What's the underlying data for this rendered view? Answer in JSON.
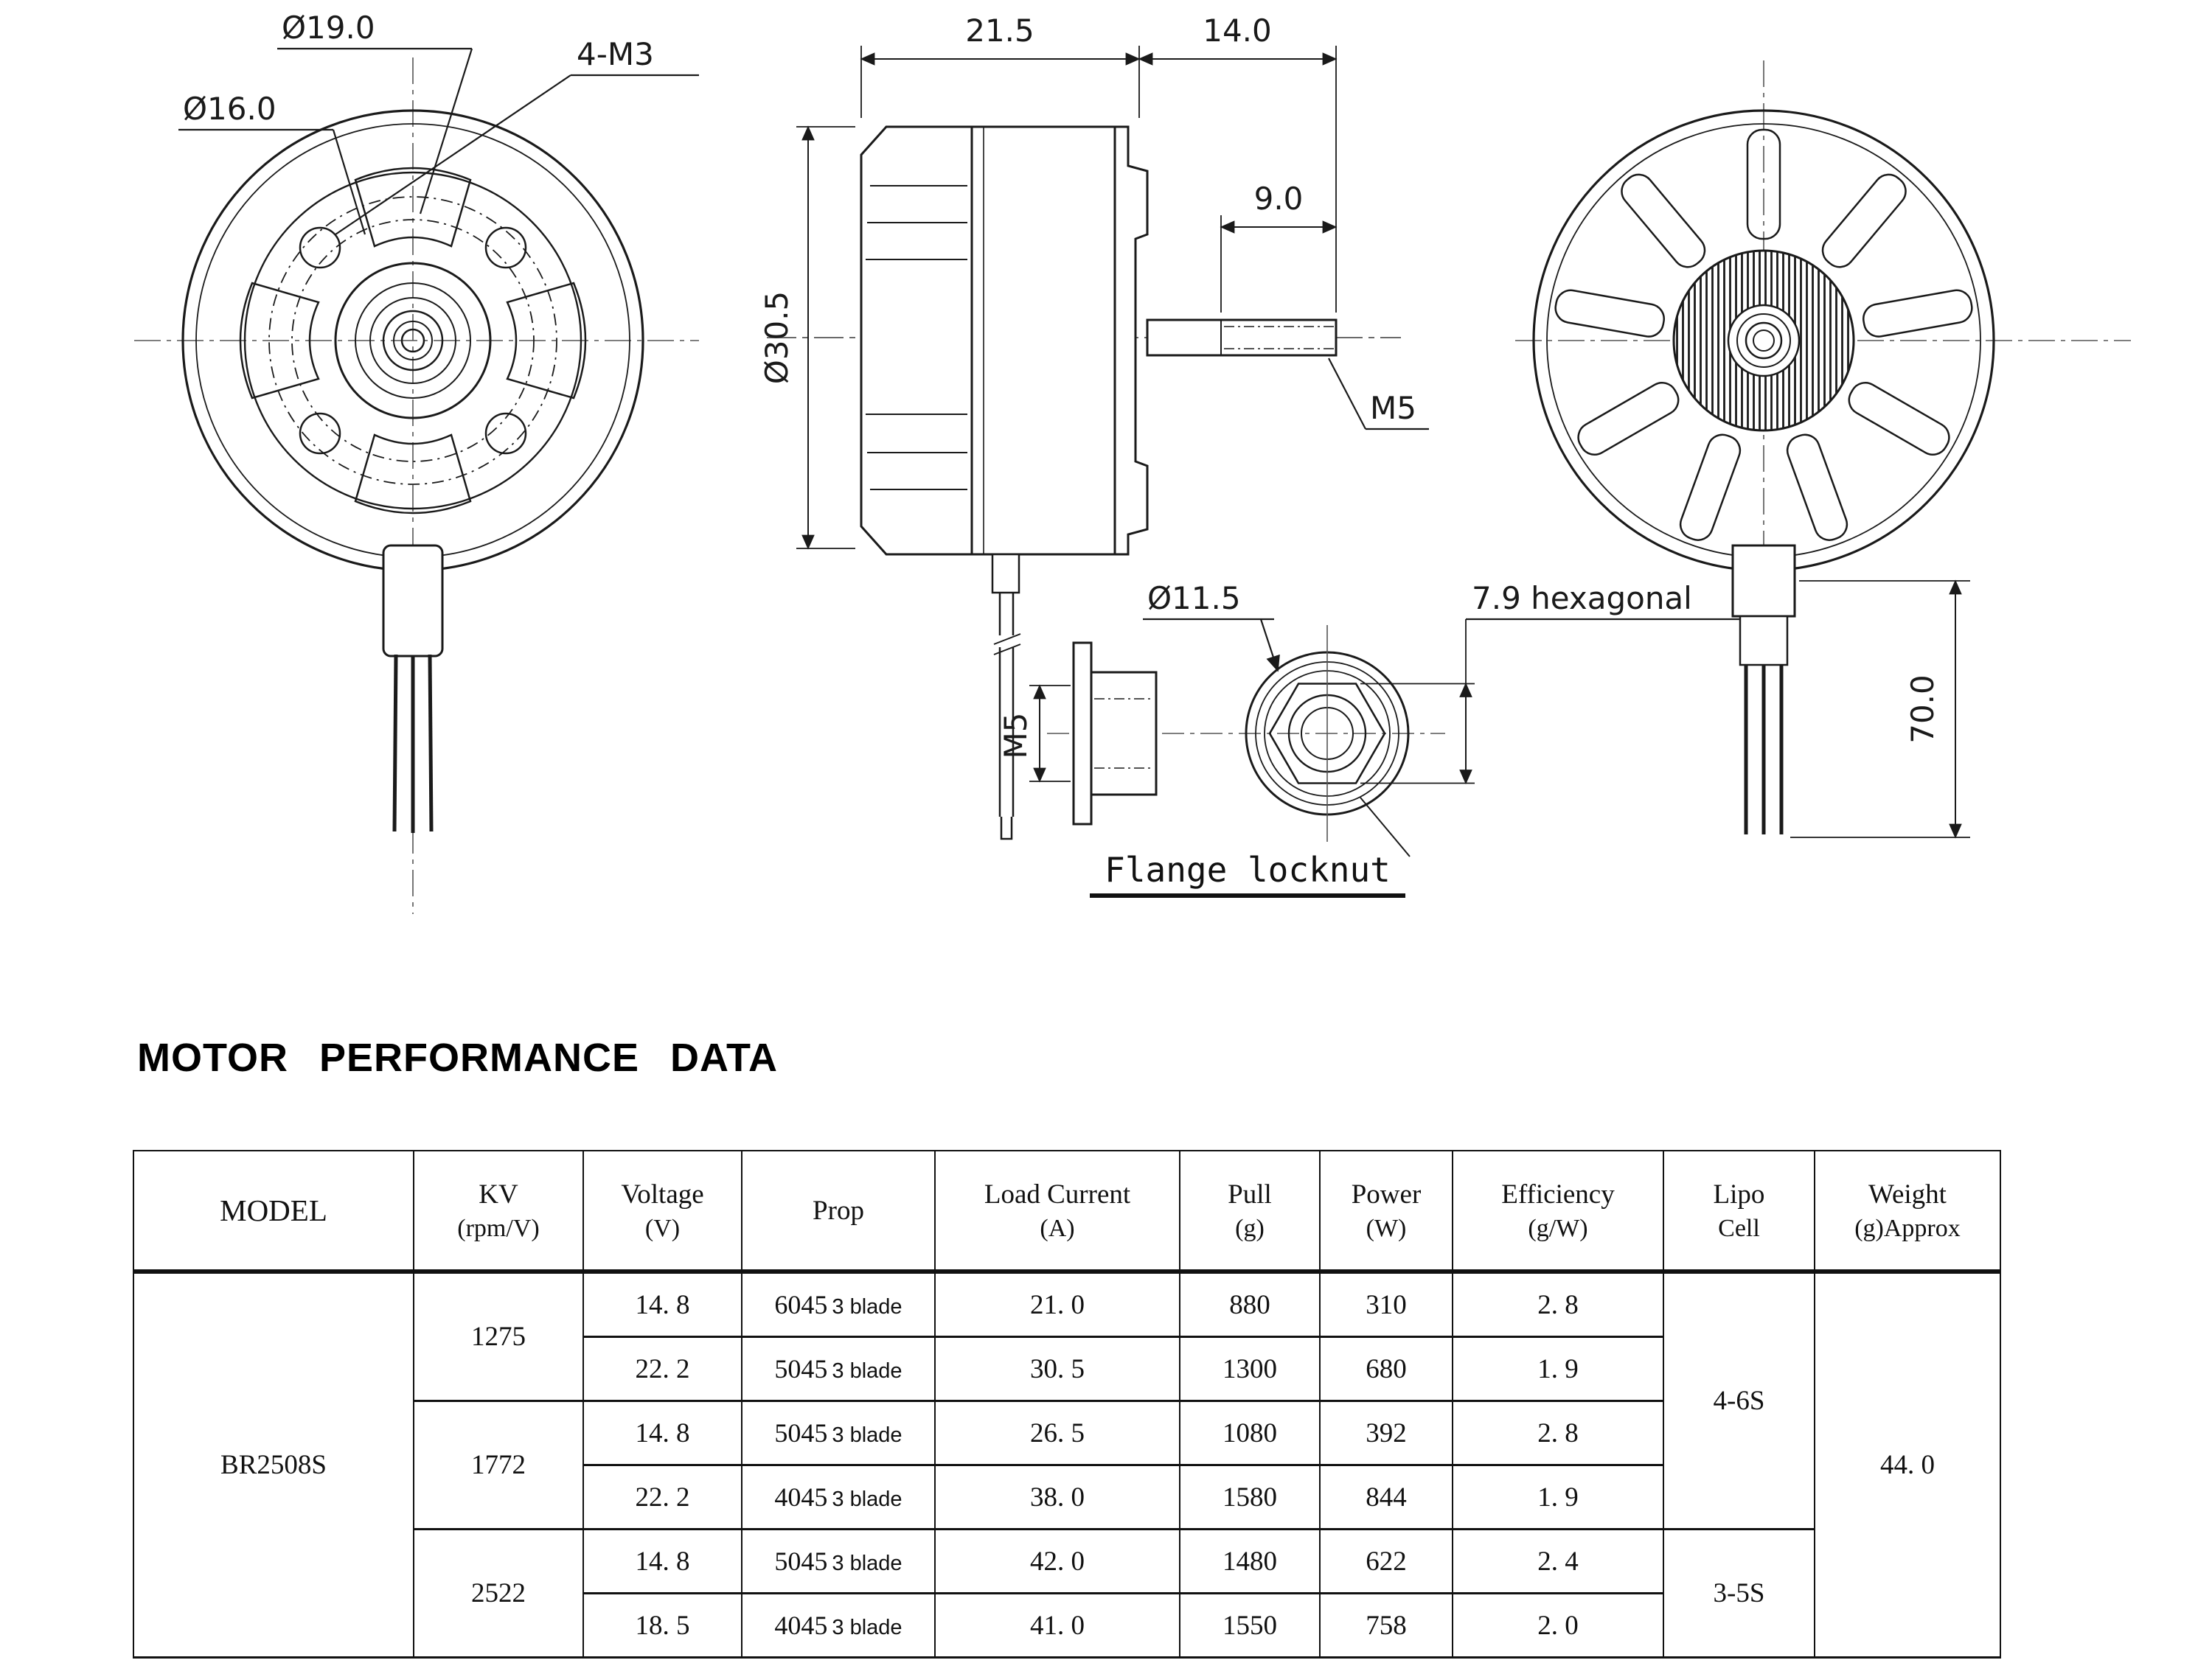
{
  "drawing": {
    "front_view": {
      "label_bolt_circle": "Ø19.0",
      "label_inner_circle": "Ø16.0",
      "label_mount_holes": "4-M3"
    },
    "side_view": {
      "dim_body_length": "21.5",
      "dim_shaft_ext": "14.0",
      "dim_thread_length": "9.0",
      "dim_body_dia": "Ø30.5",
      "label_shaft_thread": "M5"
    },
    "locknut": {
      "title": "Flange locknut",
      "dim_flange_dia": "Ø11.5",
      "dim_thread": "M5",
      "dim_hex": "7.9 hexagonal"
    },
    "back_view": {
      "dim_wire_length": "70.0"
    }
  },
  "table": {
    "title": "MOTOR PERFORMANCE DATA",
    "headers": {
      "model": {
        "l1": "MODEL",
        "l2": ""
      },
      "kv": {
        "l1": "KV",
        "l2": "(rpm/V)"
      },
      "voltage": {
        "l1": "Voltage",
        "l2": "(V)"
      },
      "prop": {
        "l1": "Prop",
        "l2": ""
      },
      "load": {
        "l1": "Load Current",
        "l2": "(A)"
      },
      "pull": {
        "l1": "Pull",
        "l2": "(g)"
      },
      "power": {
        "l1": "Power",
        "l2": "(W)"
      },
      "eff": {
        "l1": "Efficiency",
        "l2": "(g/W)"
      },
      "lipo": {
        "l1": "Lipo",
        "l2": "Cell"
      },
      "weight": {
        "l1": "Weight",
        "l2": "(g)Approx"
      }
    },
    "model": "BR2508S",
    "weight": "44. 0",
    "kv_groups": [
      {
        "kv": "1275"
      },
      {
        "kv": "1772"
      },
      {
        "kv": "2522"
      }
    ],
    "lipo_groups": [
      {
        "label": "4-6S"
      },
      {
        "label": "3-5S"
      }
    ],
    "rows": [
      {
        "voltage": "14. 8",
        "prop_num": "6045",
        "prop_blade": "3 blade",
        "load": "21. 0",
        "pull": "880",
        "power": "310",
        "eff": "2. 8"
      },
      {
        "voltage": "22. 2",
        "prop_num": "5045",
        "prop_blade": "3 blade",
        "load": "30. 5",
        "pull": "1300",
        "power": "680",
        "eff": "1. 9"
      },
      {
        "voltage": "14. 8",
        "prop_num": "5045",
        "prop_blade": "3 blade",
        "load": "26. 5",
        "pull": "1080",
        "power": "392",
        "eff": "2. 8"
      },
      {
        "voltage": "22. 2",
        "prop_num": "4045",
        "prop_blade": "3 blade",
        "load": "38. 0",
        "pull": "1580",
        "power": "844",
        "eff": "1. 9"
      },
      {
        "voltage": "14. 8",
        "prop_num": "5045",
        "prop_blade": "3 blade",
        "load": "42. 0",
        "pull": "1480",
        "power": "622",
        "eff": "2. 4"
      },
      {
        "voltage": "18. 5",
        "prop_num": "4045",
        "prop_blade": "3 blade",
        "load": "41. 0",
        "pull": "1550",
        "power": "758",
        "eff": "2. 0"
      }
    ]
  }
}
